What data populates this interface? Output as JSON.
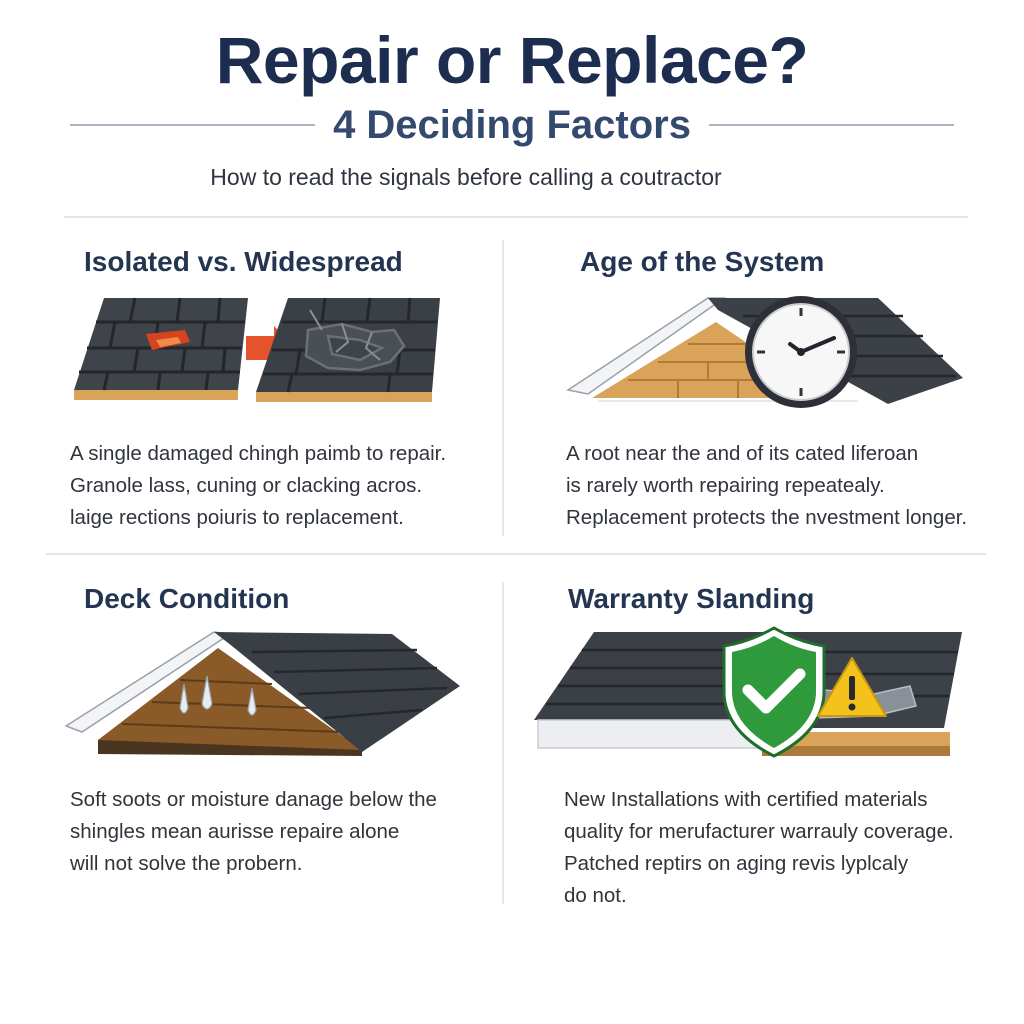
{
  "header": {
    "title": "Repair or Replace?",
    "subtitle": "4 Deciding Factors",
    "tagline": "How to read the signals before calling a coutractor"
  },
  "cards": [
    {
      "title": "Isolated vs. Widespread",
      "lines": [
        "A single damaged chingh paimb to repair.",
        "Granole lass, cuning or clacking acros.",
        "laige rections poiuris to replacement."
      ],
      "icons": [
        "damaged-shingle-icon",
        "arrow-right-icon",
        "cracked-roof-icon"
      ]
    },
    {
      "title": "Age of the System",
      "lines": [
        "A root near the and of its cated liferoan",
        "is rarely worth repairing repeatealy.",
        "Replacement protects the nvestment longer."
      ],
      "icons": [
        "house-roof-icon",
        "clock-icon"
      ]
    },
    {
      "title": "Deck Condition",
      "lines": [
        "Soft soots or moisture danage below the",
        "shingles mean aurisse repaire alone",
        "will not solve the probern."
      ],
      "icons": [
        "roof-deck-icon",
        "water-drip-icon"
      ]
    },
    {
      "title": "Warranty Slanding",
      "lines": [
        "New Installations with certified materials",
        "quality for merufacturer warrauly coverage.",
        "Patched reptirs on aging revis lyplcaly",
        "do not."
      ],
      "icons": [
        "shield-check-icon",
        "warning-icon"
      ]
    }
  ],
  "colors": {
    "title": "#1c2d4f",
    "subtitle": "#34496e",
    "shingle": "#4a4e55",
    "wood": "#d9a35a",
    "shield": "#2f9a3c",
    "warning": "#f4c21b",
    "damage": "#d6431e"
  }
}
